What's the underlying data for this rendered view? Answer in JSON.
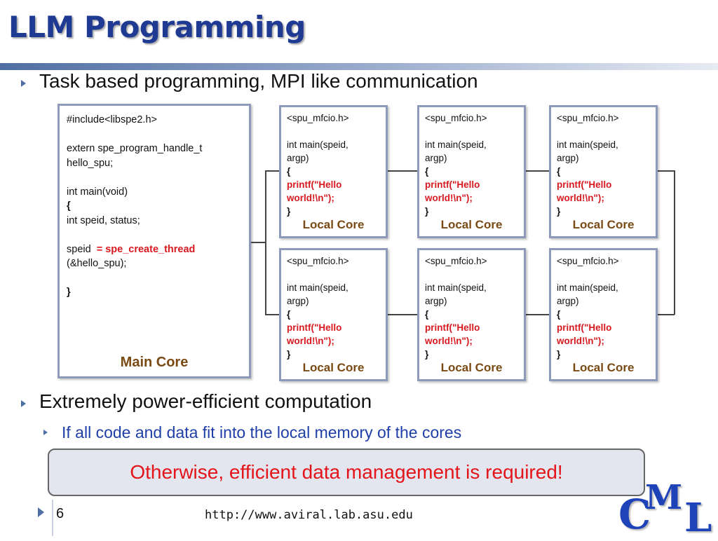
{
  "slide": {
    "title": "LLM Programming",
    "bullets": [
      "Task based programming, MPI like communication",
      "Extremely power-efficient computation"
    ],
    "sub_bullet": "If all code and data fit into the local memory of the cores",
    "callout": "Otherwise, efficient data management is required!",
    "page_number": "6",
    "footer_url": "http://www.aviral.lab.asu.edu",
    "logo_text": "CML",
    "colors": {
      "title": "#1f3a93",
      "sub_bullet": "#1f3fa8",
      "highlight_red": "#d71920",
      "core_label": "#7a4a14",
      "callout_text": "#e3151a",
      "logo": "#1e42b8"
    }
  },
  "main_core": {
    "label": "Main Core",
    "lines": {
      "include": "#include<libspe2.h>",
      "extern_1": "extern spe_program_handle_t",
      "extern_2": "hello_spu;",
      "main_sig": "int main(void)",
      "open_brace": "{",
      "decl": "int speid, status;",
      "speid": "speid",
      "assign": "= spe_create_thread",
      "arg": "(&hello_spu);",
      "close_brace": "}"
    }
  },
  "local_core": {
    "label": "Local Core",
    "lines": {
      "include": "<spu_mfcio.h>",
      "main_1": "int main(speid,",
      "main_2": "argp)",
      "open_brace": "{",
      "printf_1": "printf(\"Hello",
      "printf_2": "world!\\n\");",
      "close_brace": "}"
    }
  }
}
